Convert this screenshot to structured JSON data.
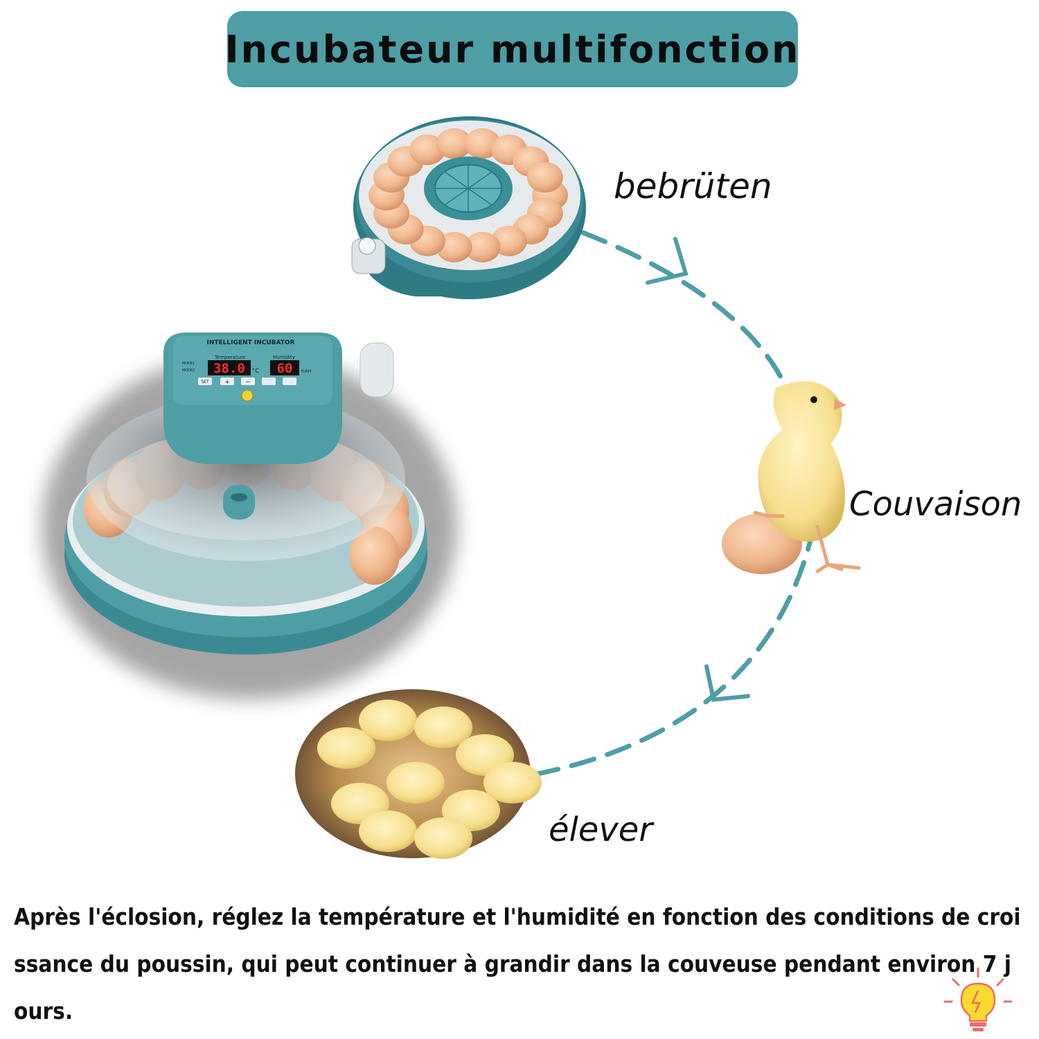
{
  "header": {
    "title": "Incubateur multifonction"
  },
  "stages": [
    {
      "label": "bebrüten"
    },
    {
      "label": "Couvaison"
    },
    {
      "label": "élever"
    }
  ],
  "panel": {
    "brand": "INTELLIGENT INCUBATOR",
    "temperature_label": "Temperature",
    "humidity_label": "Humidity",
    "temperature_value": "38.0",
    "temperature_unit": "°C",
    "humidity_value": "60",
    "humidity_unit": "%RH",
    "set_label": "SET",
    "plus_label": "+",
    "minus_label": "−",
    "mode1_label": "MODE1",
    "mode2_label": "MODE2"
  },
  "caption": {
    "text": "Après l'éclosion, réglez la température et l'humidité en fonction des conditions de croissance du poussin, qui peut continuer à grandir dans la couveuse pendant environ 7 jours."
  },
  "colors": {
    "teal": "#4e9ea6",
    "panel": "#3f8e98",
    "egg": "#f0b88f",
    "chick": "#f8e39a",
    "display_red": "#ff2a2a"
  },
  "icons": {
    "tip": "lightbulb-icon"
  }
}
